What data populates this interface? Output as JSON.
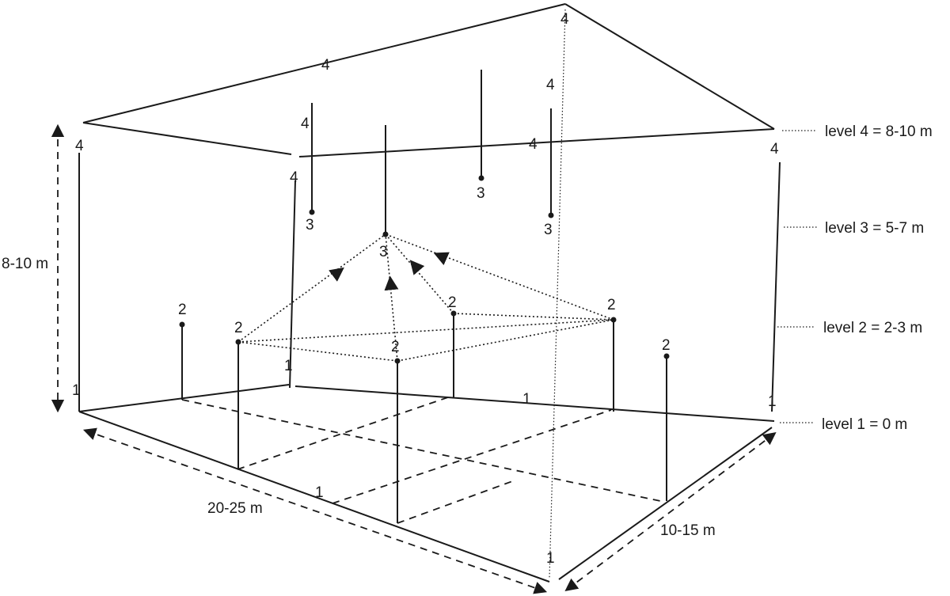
{
  "levels": [
    {
      "level": "4",
      "label": "level  4 = 8-10 m"
    },
    {
      "level": "3",
      "label": "level  3 = 5-7 m"
    },
    {
      "level": "2",
      "label": "level  2 = 2-3 m"
    },
    {
      "level": "1",
      "label": "level  1 = 0 m"
    }
  ],
  "dimensions": {
    "height": "8-10 m",
    "length": "20-25 m",
    "depth": "10-15 m"
  },
  "sensor_level_numbers": {
    "level1": "1",
    "level2": "2",
    "level3": "3",
    "level4": "4"
  }
}
